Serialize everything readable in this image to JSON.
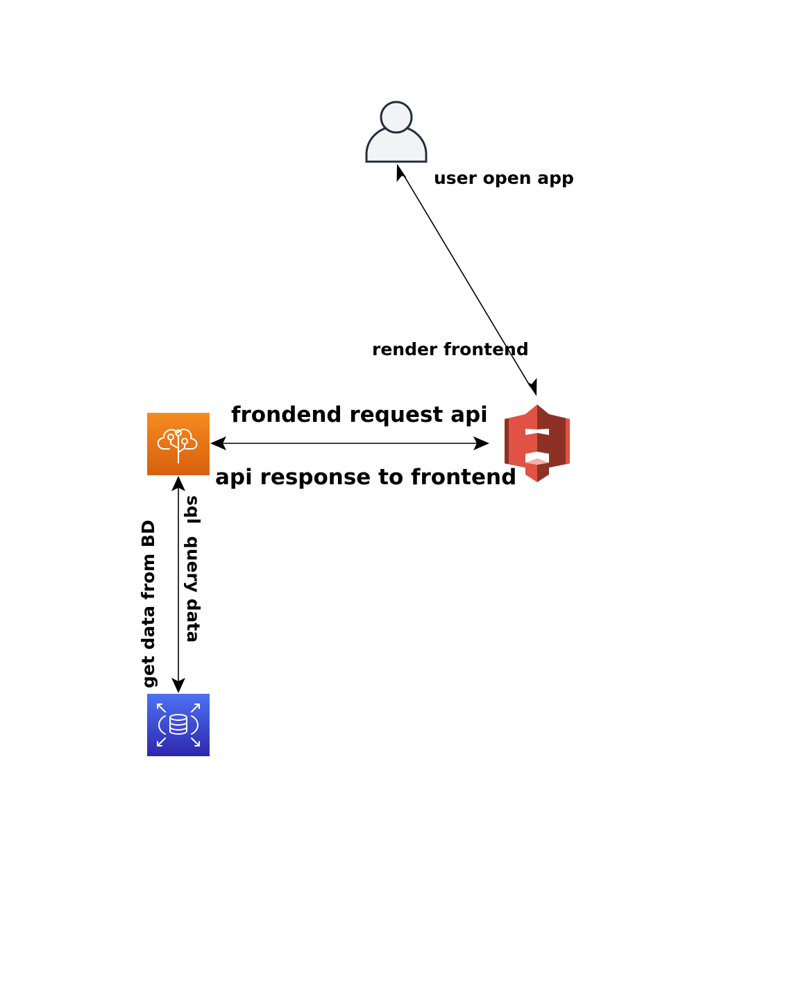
{
  "diagram": {
    "nodes": {
      "user": {
        "icon": "user-icon",
        "stroke_color": "#232f3e",
        "fill_color": "#f2f3f4"
      },
      "elastic_beanstalk": {
        "icon": "elastic-beanstalk-icon",
        "gradient_top": "#f68b1f",
        "gradient_bottom": "#d75f0e"
      },
      "s3": {
        "icon": "s3-bucket-icon",
        "colors": [
          "#e05243",
          "#8c3123",
          "#f2b0a9"
        ]
      },
      "rds": {
        "icon": "rds-database-icon",
        "gradient_top": "#4d72f3",
        "gradient_bottom": "#2e27ad"
      }
    },
    "edges": {
      "user_s3": {
        "label_user": "user open app",
        "label_s3": "render frontend"
      },
      "api_s3": {
        "label_request": "frondend request api",
        "label_response": "api response to frontend"
      },
      "api_db": {
        "label_query": "sql  query data",
        "label_get": "get data from BD"
      }
    }
  }
}
